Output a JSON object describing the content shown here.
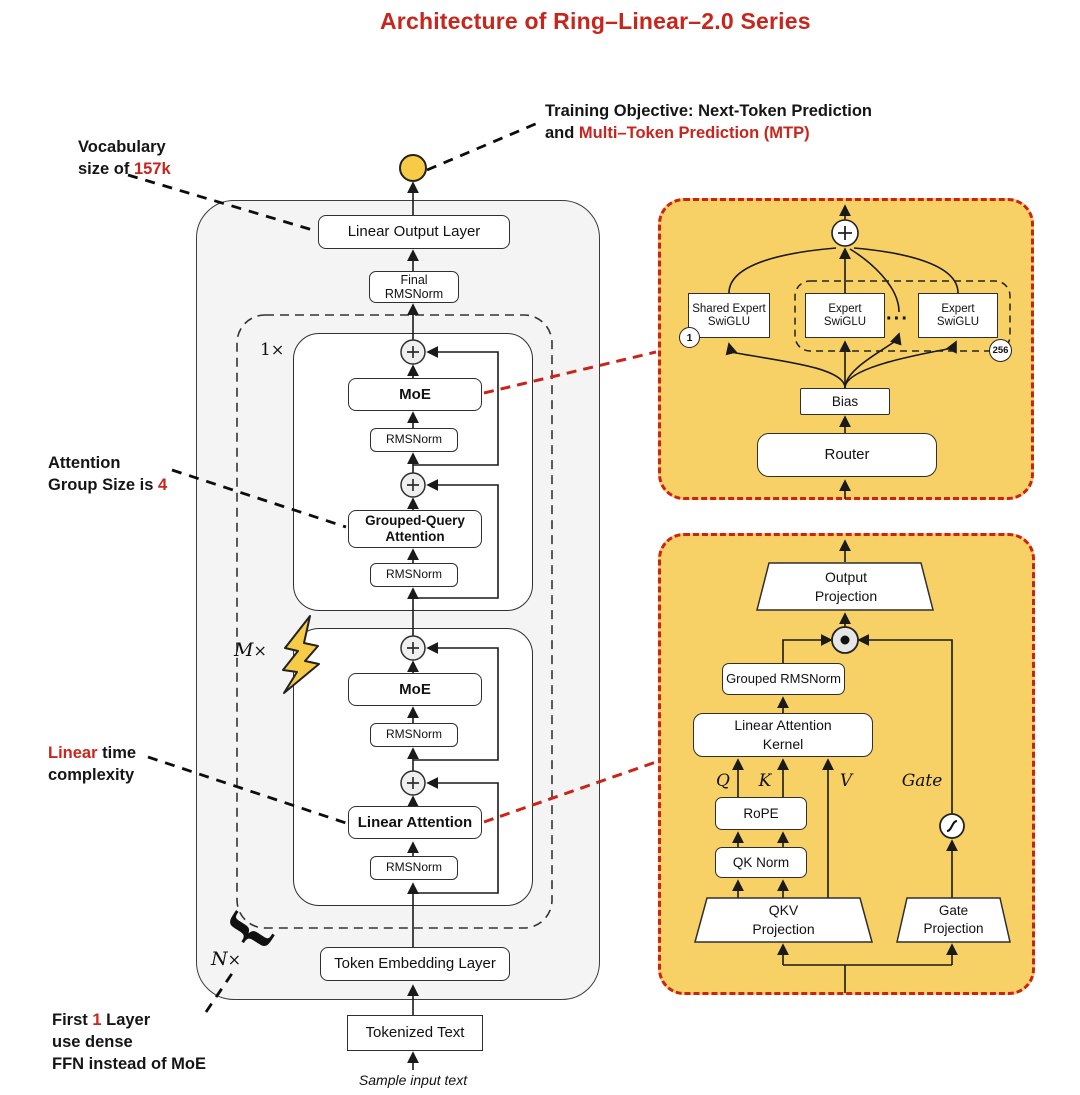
{
  "title": "Architecture of Ring–Linear–2.0 Series",
  "colors": {
    "accent_red": "#C8261C",
    "panel_yellow": "#F8D166",
    "highlight_yellow": "#F7CB45"
  },
  "top_annotation": {
    "line1": "Training Objective: Next-Token Prediction",
    "and": "and ",
    "mtp": "Multi–Token Prediction (MTP)"
  },
  "left_annotations": {
    "vocab_line1": "Vocabulary",
    "vocab_line2": "size of ",
    "vocab_red": "157k",
    "attn_line1": "Attention",
    "attn_line2": "Group Size is ",
    "attn_red": "4",
    "linear_red": "Linear",
    "linear_rest": " time",
    "linear_line2": "complexity",
    "first_pre": "First ",
    "first_red": "1",
    "first_post": " Layer",
    "first_line2": "use dense",
    "first_line3": "FFN instead of MoE"
  },
  "main": {
    "mult_1": "1",
    "mult_m": "M",
    "mult_n": "N",
    "times": "×",
    "brace": "{",
    "linear_output_layer": "Linear Output Layer",
    "final_rmsnorm": "Final RMSNorm",
    "moe_top": "MoE",
    "rmsnorm_a": "RMSNorm",
    "gqa_line1": "Grouped-Query",
    "gqa_line2": "Attention",
    "rmsnorm_b": "RMSNorm",
    "moe_bottom": "MoE",
    "rmsnorm_c": "RMSNorm",
    "linear_attention": "Linear Attention",
    "rmsnorm_d": "RMSNorm",
    "token_embedding": "Token Embedding Layer",
    "tokenized_text": "Tokenized Text",
    "sample_input": "Sample input text"
  },
  "moe_panel": {
    "shared_expert_line1": "Shared Expert",
    "shared_expert_line2": "SwiGLU",
    "expert_a_line1": "Expert",
    "expert_a_line2": "SwiGLU",
    "expert_b_line1": "Expert",
    "expert_b_line2": "SwiGLU",
    "dots": "···",
    "badge_one": "1",
    "badge_256": "256",
    "bias": "Bias",
    "router": "Router"
  },
  "attn_panel": {
    "output_projection_line1": "Output",
    "output_projection_line2": "Projection",
    "grouped_rmsnorm": "Grouped RMSNorm",
    "kernel_line1": "Linear Attention",
    "kernel_line2": "Kernel",
    "q": "Q",
    "k": "K",
    "v": "V",
    "gate": "Gate",
    "rope": "RoPE",
    "qk_norm": "QK Norm",
    "qkv_projection_line1": "QKV",
    "qkv_projection_line2": "Projection",
    "gate_projection_line1": "Gate",
    "gate_projection_line2": "Projection"
  }
}
